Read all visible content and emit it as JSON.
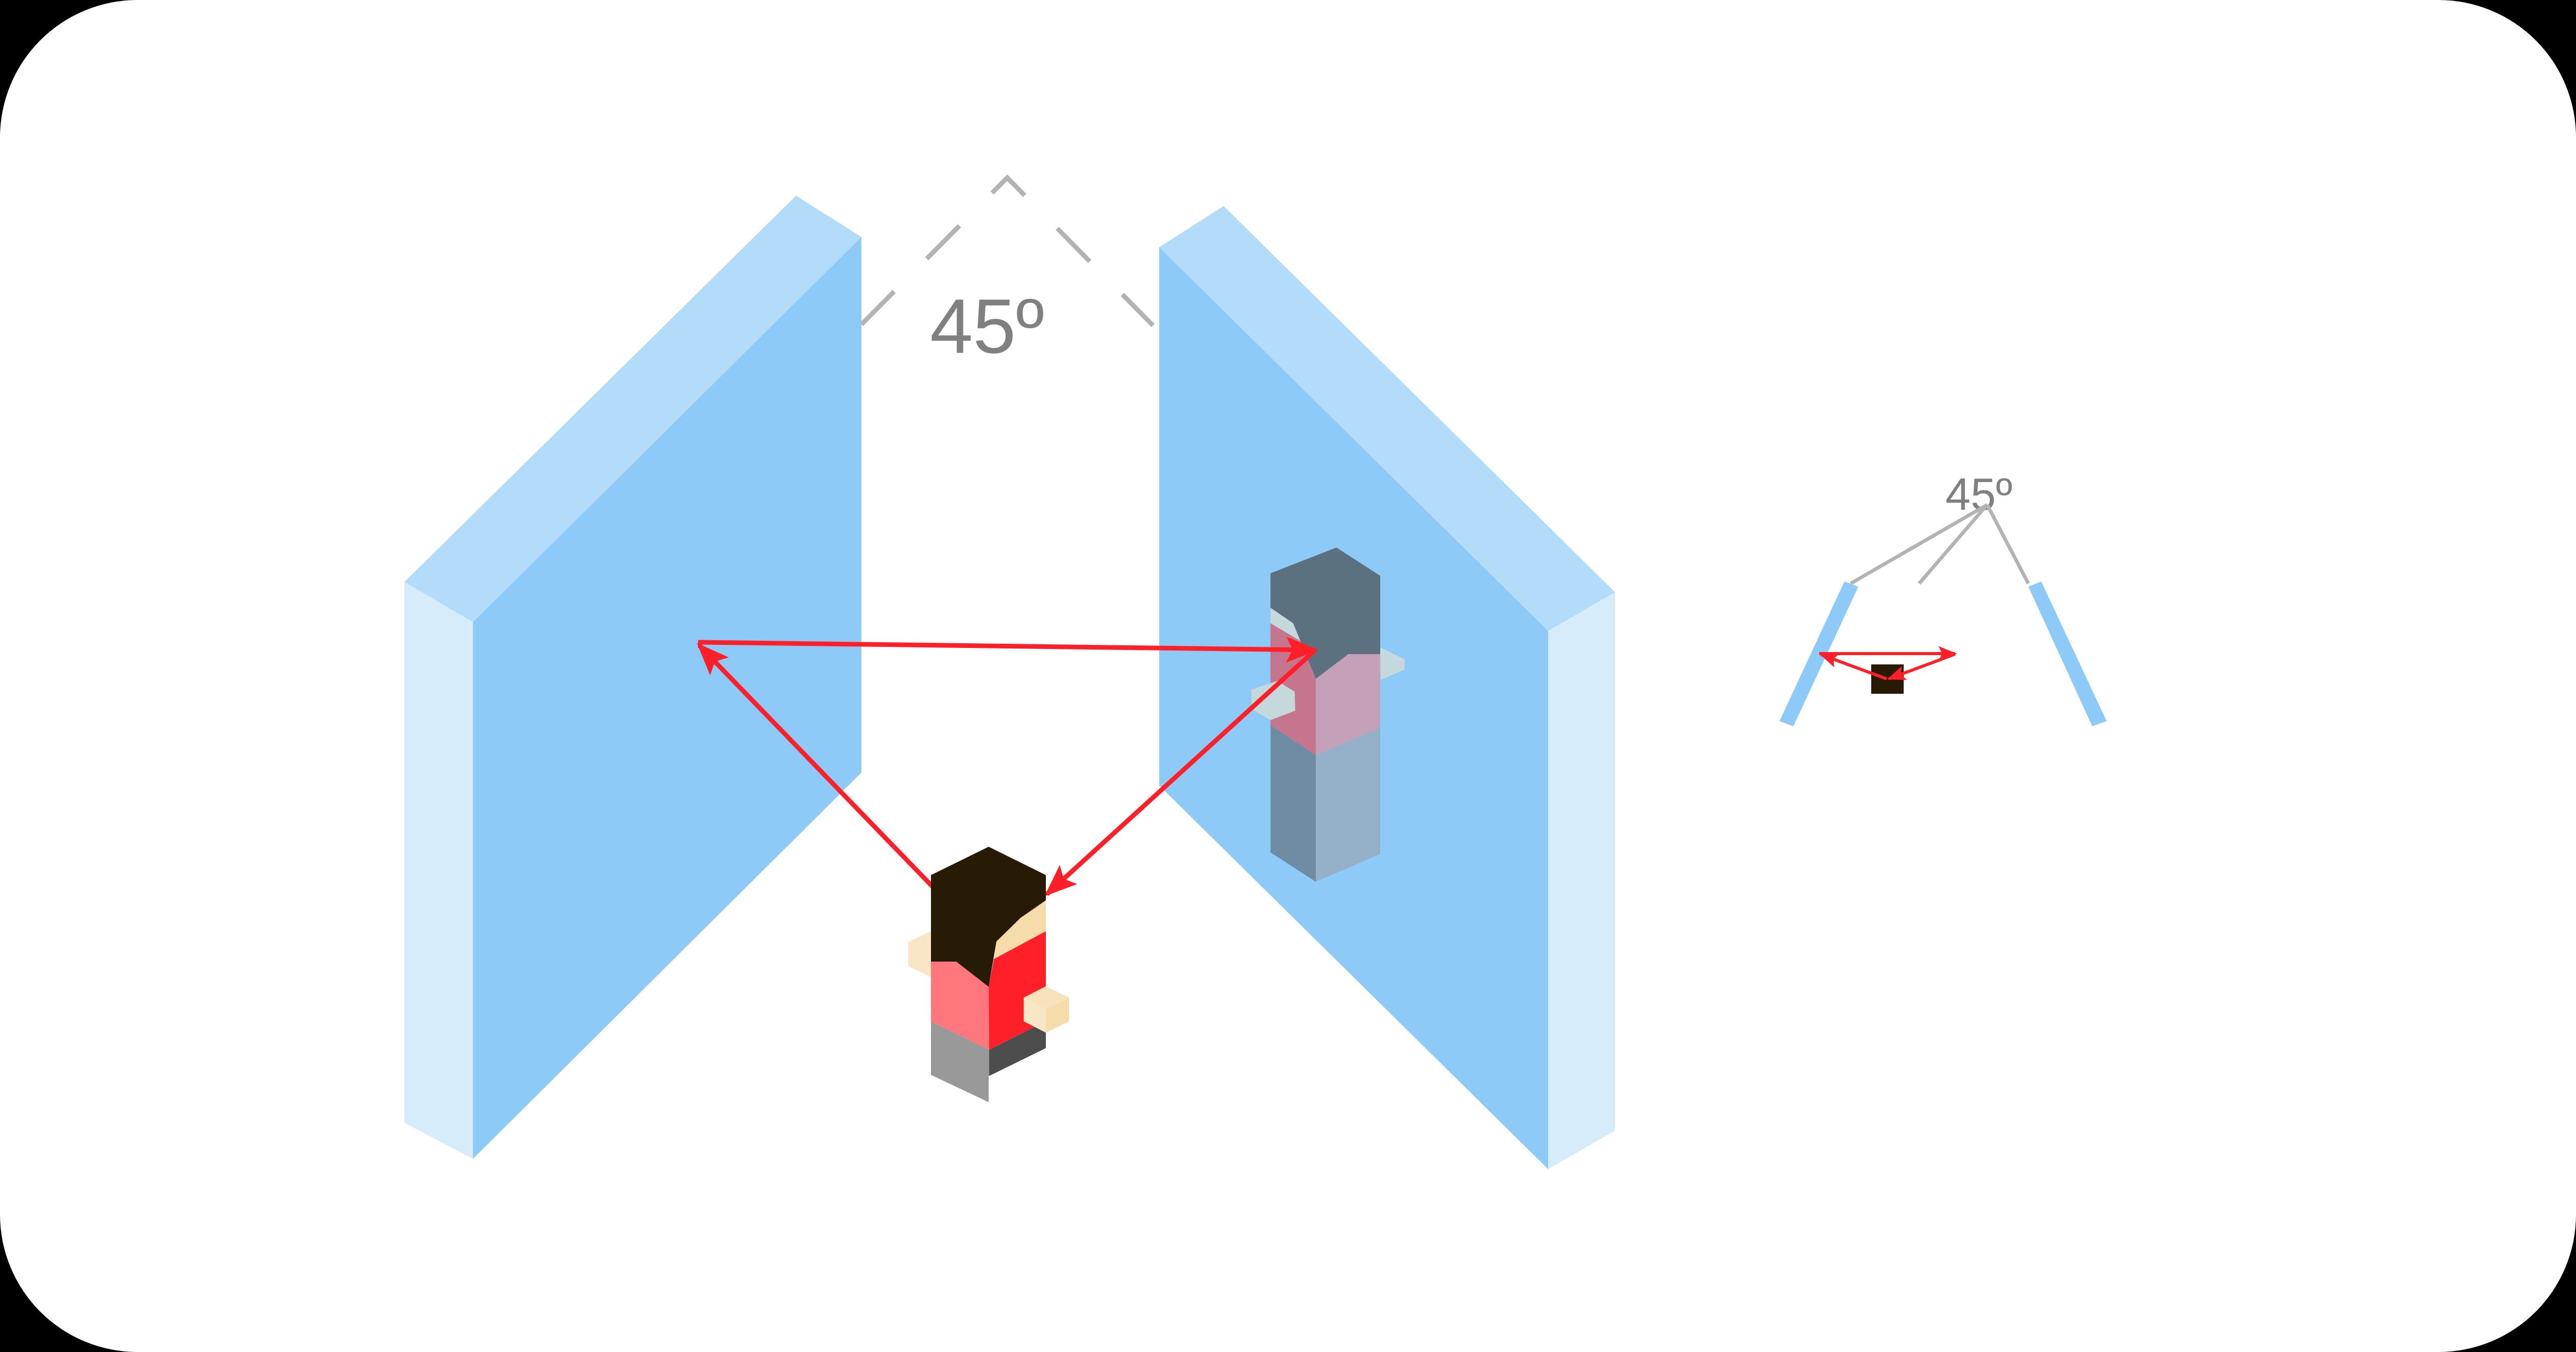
{
  "diagram": {
    "title": "Two mirrors at 45 degrees with reflected figure",
    "main_angle_label": "45º",
    "inset_angle_label": "45º",
    "colors": {
      "background": "#ffffff",
      "frame": "#000000",
      "mirror_front": "#8ecaf8",
      "mirror_top": "#b3dcfa",
      "mirror_side": "#d7ecfb",
      "ray": "#ff1f28",
      "angle_line": "#b3b3b3",
      "label": "#808080",
      "hair": "#271b05",
      "shirt_light": "#ff777d",
      "shirt_dark": "#ff1f28",
      "skin": "#f7dcab",
      "skin_light": "#f9e6c7",
      "pants_light": "#999999",
      "pants_dark": "#4d4d4d",
      "reflection_hair": "#5b717f",
      "reflection_shirt_left": "#c6758f",
      "reflection_shirt_right": "#c4a1b9",
      "reflection_skin": "#c5d8db",
      "reflection_pants_left": "#6e8ca3",
      "reflection_pants_right": "#94b1c9"
    }
  }
}
